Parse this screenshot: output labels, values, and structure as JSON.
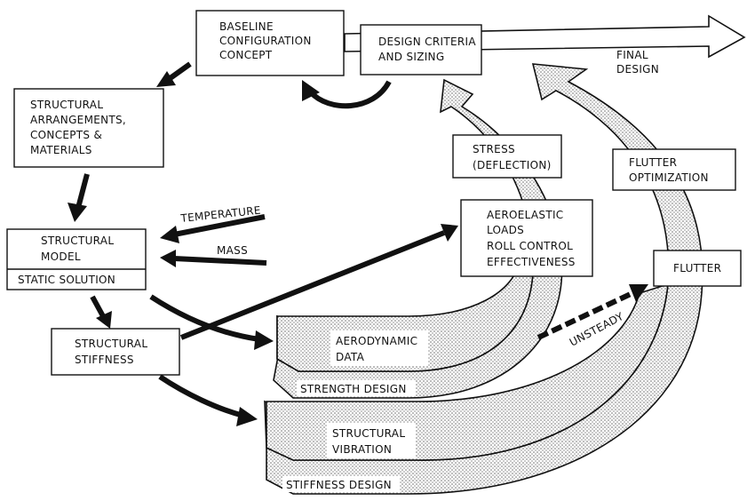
{
  "nodes": {
    "baseline": [
      "BASELINE",
      "CONFIGURATION",
      "CONCEPT"
    ],
    "design_criteria": [
      "DESIGN CRITERIA",
      "AND SIZING"
    ],
    "final_design": [
      "FINAL",
      "DESIGN"
    ],
    "structural_arrangements": [
      "STRUCTURAL",
      "ARRANGEMENTS,",
      "CONCEPTS &",
      "MATERIALS"
    ],
    "structural_model": [
      "STRUCTURAL",
      "MODEL"
    ],
    "static_solution": "STATIC SOLUTION",
    "temperature": "TEMPERATURE",
    "mass": "MASS",
    "structural_stiffness": [
      "STRUCTURAL",
      "STIFFNESS"
    ],
    "aeroelastic": [
      "AEROELASTIC",
      "LOADS",
      "ROLL CONTROL",
      "EFFECTIVENESS"
    ],
    "stress": [
      "STRESS",
      "(DEFLECTION)"
    ],
    "flutter_optimization": [
      "FLUTTER",
      "OPTIMIZATION"
    ],
    "flutter": "FLUTTER",
    "unsteady": "UNSTEADY",
    "aerodynamic_data": [
      "AERODYNAMIC",
      "DATA"
    ],
    "strength_design": "STRENGTH DESIGN",
    "structural_vibration": [
      "STRUCTURAL",
      "VIBRATION"
    ],
    "stiffness_design": "STIFFNESS DESIGN"
  }
}
